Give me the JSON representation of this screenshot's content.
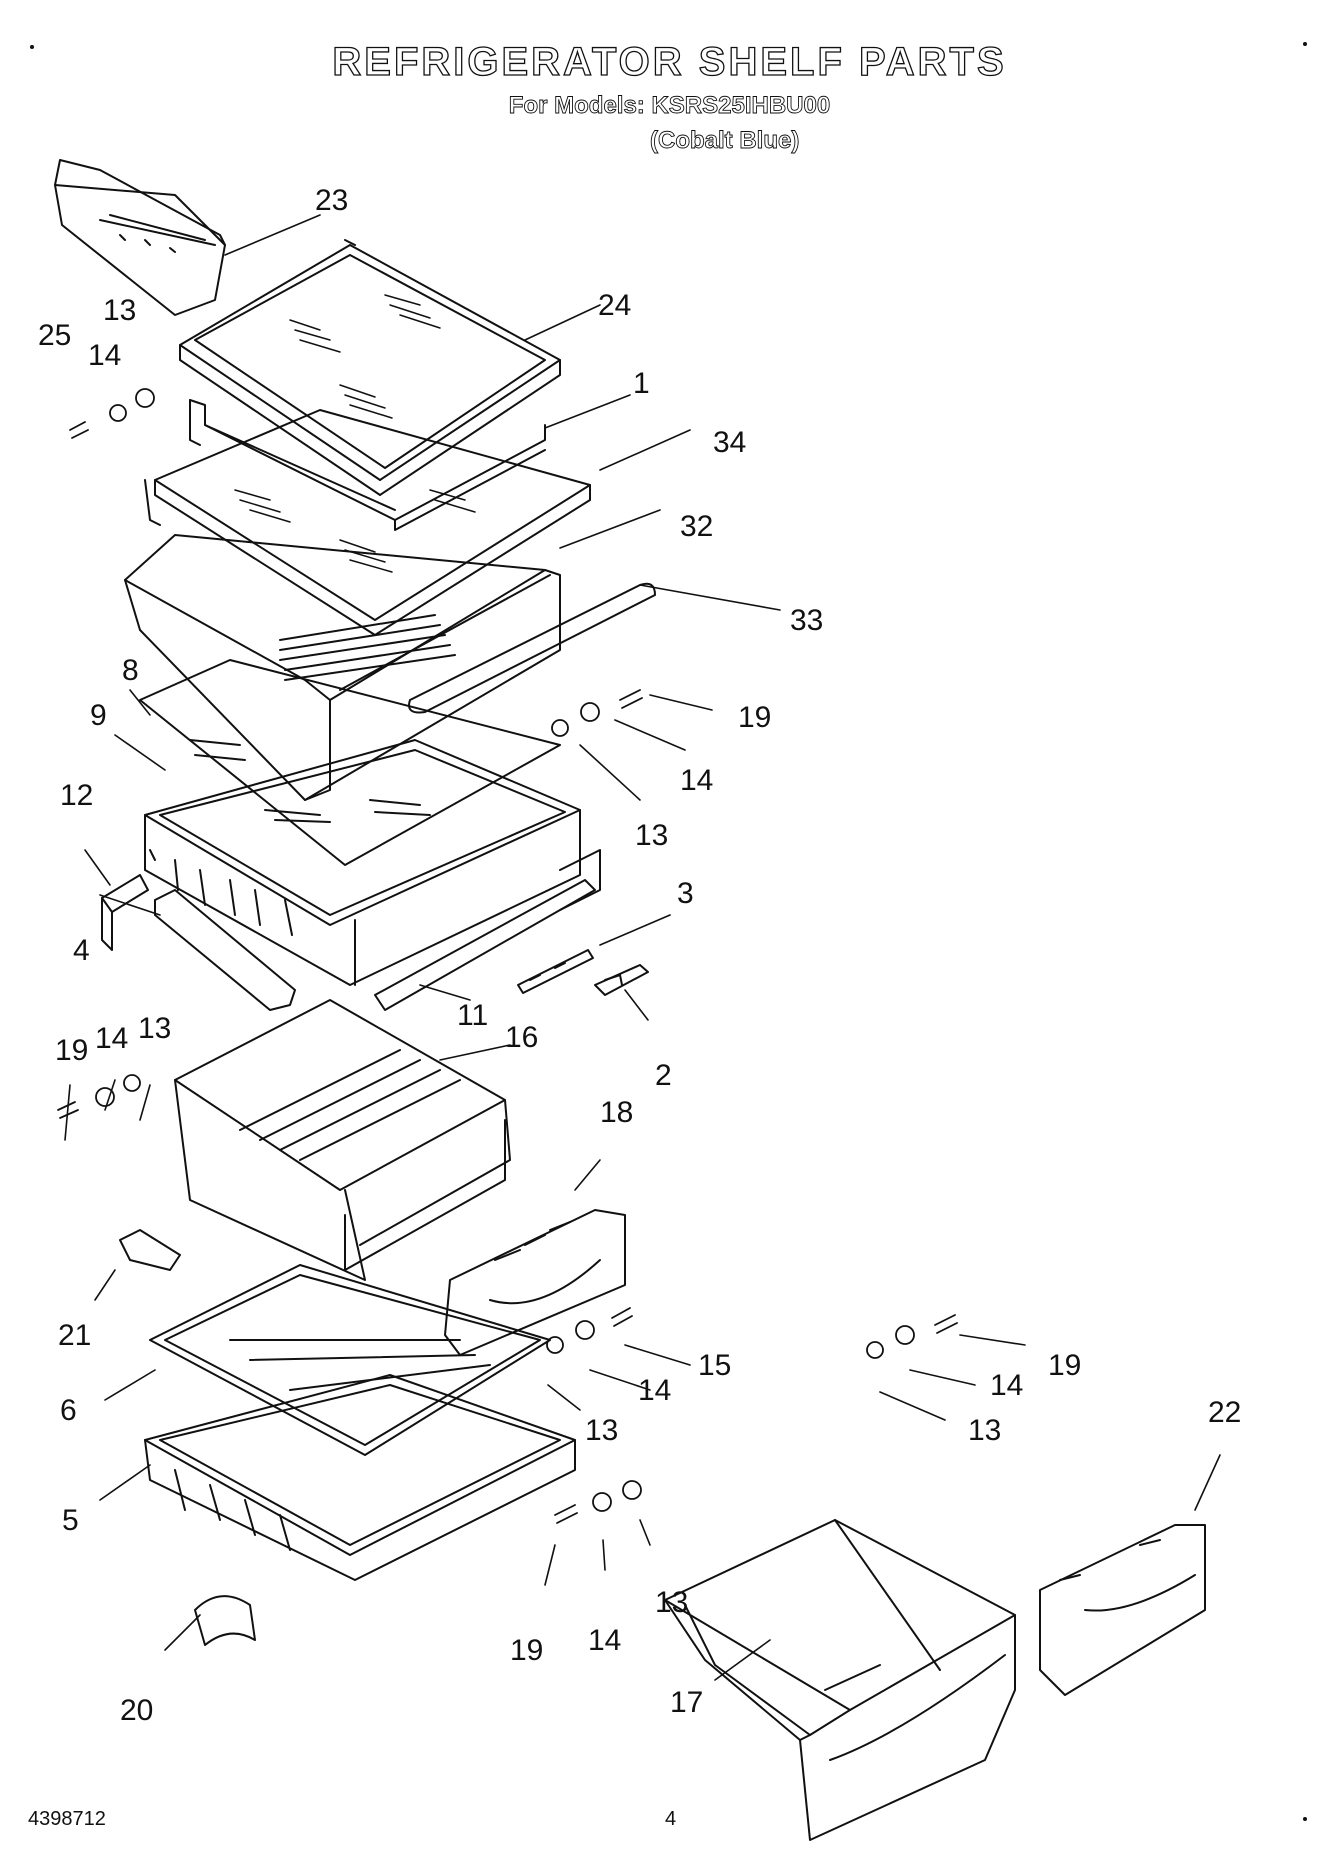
{
  "title": "REFRIGERATOR SHELF PARTS",
  "models": "For Models: KSRS25IHBU00",
  "color": "(Cobalt Blue)",
  "footer": {
    "doc_number": "4398712",
    "page": "4"
  },
  "parts": [
    {
      "label": "23"
    },
    {
      "label": "24"
    },
    {
      "label": "13"
    },
    {
      "label": "25"
    },
    {
      "label": "14"
    },
    {
      "label": "1"
    },
    {
      "label": "34"
    },
    {
      "label": "32"
    },
    {
      "label": "33"
    },
    {
      "label": "8"
    },
    {
      "label": "19"
    },
    {
      "label": "9"
    },
    {
      "label": "14"
    },
    {
      "label": "12"
    },
    {
      "label": "13"
    },
    {
      "label": "3"
    },
    {
      "label": "4"
    },
    {
      "label": "11"
    },
    {
      "label": "19"
    },
    {
      "label": "14"
    },
    {
      "label": "13"
    },
    {
      "label": "16"
    },
    {
      "label": "2"
    },
    {
      "label": "18"
    },
    {
      "label": "21"
    },
    {
      "label": "15"
    },
    {
      "label": "19"
    },
    {
      "label": "14"
    },
    {
      "label": "14"
    },
    {
      "label": "6"
    },
    {
      "label": "13"
    },
    {
      "label": "13"
    },
    {
      "label": "22"
    },
    {
      "label": "5"
    },
    {
      "label": "13"
    },
    {
      "label": "19"
    },
    {
      "label": "14"
    },
    {
      "label": "20"
    },
    {
      "label": "17"
    }
  ]
}
